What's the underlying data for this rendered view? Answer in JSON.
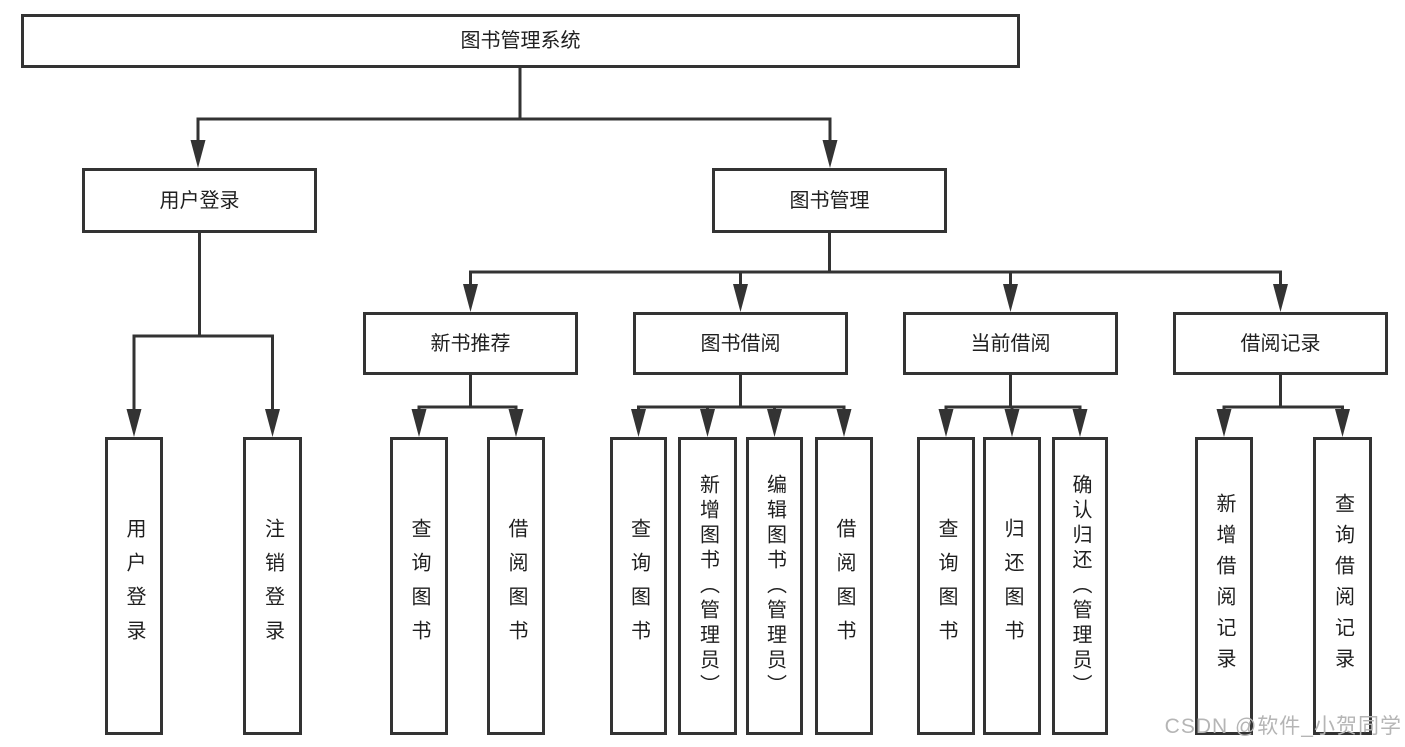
{
  "tree": {
    "root": {
      "label": "图书管理系统"
    },
    "branches": [
      {
        "label": "用户登录",
        "children": [
          {
            "label": "用户登录"
          },
          {
            "label": "注销登录"
          }
        ]
      },
      {
        "label": "图书管理",
        "children": [
          {
            "label": "新书推荐",
            "children": [
              {
                "label": "查询图书"
              },
              {
                "label": "借阅图书"
              }
            ]
          },
          {
            "label": "图书借阅",
            "children": [
              {
                "label": "查询图书"
              },
              {
                "label": "新增图书（管理员）"
              },
              {
                "label": "编辑图书（管理员）"
              },
              {
                "label": "借阅图书"
              }
            ]
          },
          {
            "label": "当前借阅",
            "children": [
              {
                "label": "查询图书"
              },
              {
                "label": "归还图书"
              },
              {
                "label": "确认归还（管理员）"
              }
            ]
          },
          {
            "label": "借阅记录",
            "children": [
              {
                "label": "新增借阅记录"
              },
              {
                "label": "查询借阅记录"
              }
            ]
          }
        ]
      }
    ]
  },
  "watermark": {
    "text": "CSDN @软件_小贺同学"
  },
  "colors": {
    "line": "#333333",
    "text": "#1f1f1f",
    "watermark": "#b5b5b5",
    "background": "#ffffff"
  }
}
